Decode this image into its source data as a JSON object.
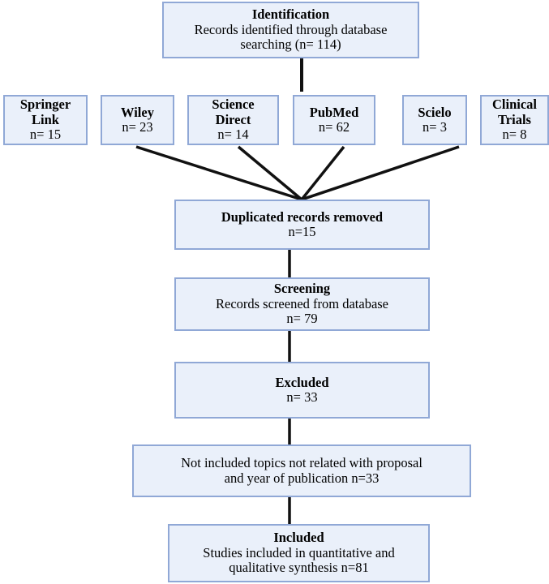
{
  "diagram": {
    "type": "prisma-flow-diagram",
    "colors": {
      "box_fill": "#eaf0fa",
      "box_border": "#90a8d6",
      "connector": "#111111",
      "text": "#000000",
      "background": "#ffffff"
    },
    "identification": {
      "title": "Identification",
      "line1": "Records identified through database",
      "line2": "searching (n= 114)",
      "count": 114
    },
    "sources": [
      {
        "name": "Springer Link",
        "title_line1": "Springer",
        "title_line2": "Link",
        "count_label": "n= 15",
        "count": 15,
        "connected": false
      },
      {
        "name": "Wiley",
        "title_line1": "Wiley",
        "title_line2": "",
        "count_label": "n= 23",
        "count": 23,
        "connected": true
      },
      {
        "name": "Science Direct",
        "title_line1": "Science",
        "title_line2": "Direct",
        "count_label": "n= 14",
        "count": 14,
        "connected": true
      },
      {
        "name": "PubMed",
        "title_line1": "PubMed",
        "title_line2": "",
        "count_label": "n= 62",
        "count": 62,
        "connected": true
      },
      {
        "name": "Scielo",
        "title_line1": "Scielo",
        "title_line2": "",
        "count_label": "n= 3",
        "count": 3,
        "connected": true
      },
      {
        "name": "Clinical Trials",
        "title_line1": "Clinical",
        "title_line2": "Trials",
        "count_label": "n= 8",
        "count": 8,
        "connected": false
      }
    ],
    "duplicated": {
      "title": "Duplicated records removed",
      "count_label": "n=15",
      "count": 15
    },
    "screening": {
      "title": "Screening",
      "line1": "Records screened from database",
      "count_label": "n= 79",
      "count": 79
    },
    "excluded": {
      "title": "Excluded",
      "count_label": "n= 33",
      "count": 33
    },
    "not_included": {
      "line1": "Not included topics not related with proposal",
      "line2": "and year of publication n=33",
      "count": 33
    },
    "included": {
      "title": "Included",
      "line1": "Studies included in quantitative and",
      "line2": "qualitative synthesis n=81",
      "count": 81
    }
  }
}
